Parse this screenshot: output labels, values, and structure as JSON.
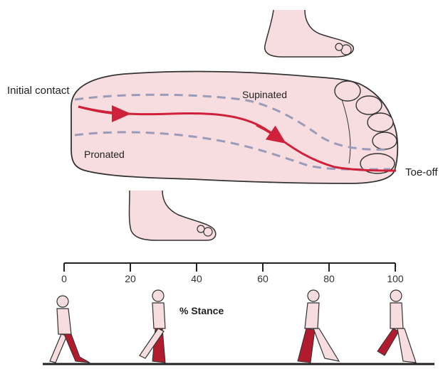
{
  "labels": {
    "initial_contact": "Initial contact",
    "supinated": "Supinated",
    "pronated": "Pronated",
    "toe_off": "Toe-off"
  },
  "axis": {
    "title": "% Stance",
    "ticks": [
      "0",
      "20",
      "40",
      "60",
      "80",
      "100"
    ]
  },
  "colors": {
    "foot_fill": "#f7dde0",
    "outline": "#333333",
    "path_red": "#d0213b",
    "dashed": "#9a9bb8",
    "leg_red": "#b01b2e"
  }
}
